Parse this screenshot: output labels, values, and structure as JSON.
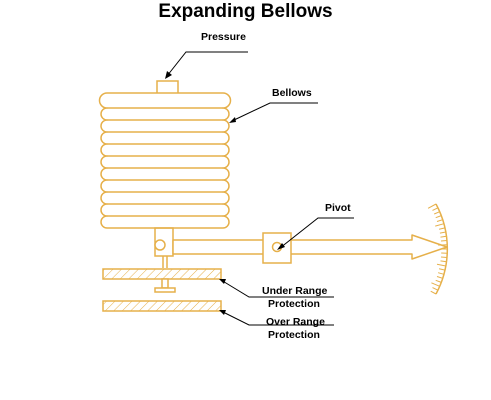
{
  "title": "Expanding Bellows",
  "labels": {
    "pressure": "Pressure",
    "bellows": "Bellows",
    "pivot": "Pivot",
    "under_range_line1": "Under Range",
    "under_range_line2": "Protection",
    "over_range_line1": "Over Range",
    "over_range_line2": "Protection"
  },
  "colors": {
    "outline": "#E6B04A",
    "hatch": "#E6B04A",
    "leader": "#000000",
    "text": "#000000"
  },
  "scale": {
    "tick_count": 22
  }
}
